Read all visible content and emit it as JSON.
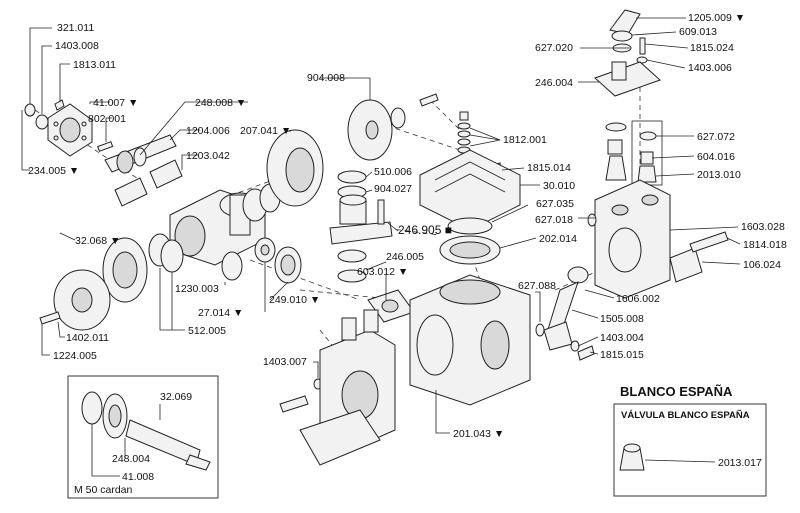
{
  "labels": {
    "p321_011": "321.011",
    "p1403_008": "1403.008",
    "p1813_011": "1813.011",
    "p41_007": "41.007 ▼",
    "p802_001": "802.001",
    "p248_008": "248.008 ▼",
    "p1204_006": "1204.006",
    "p207_041": "207.041 ▼",
    "p1203_042": "1203.042",
    "p234_005": "234.005 ▼",
    "p32_068": "32.068 ▼",
    "p1230_003": "1230.003",
    "p27_014": "27.014 ▼",
    "p249_010": "249.010 ▼",
    "p512_005": "512.005",
    "p1402_011": "1402.011",
    "p1224_005": "1224.005",
    "p904_008": "904.008",
    "p510_006": "510.006",
    "p904_027": "904.027",
    "p246_905": "246.905 ■",
    "p246_005": "246.005",
    "p603_012": "603.012 ▼",
    "p1812_001": "1812.001",
    "p1815_014": "1815.014",
    "p30_010": "30.010",
    "p627_035": "627.035",
    "p202_014": "202.014",
    "p627_018": "627.018",
    "p1205_009": "1205.009 ▼",
    "p609_013": "609.013",
    "p627_020": "627.020",
    "p1815_024": "1815.024",
    "p1403_006": "1403.006",
    "p246_004": "246.004",
    "p627_072": "627.072",
    "p604_016": "604.016",
    "p2013_010": "2013.010",
    "p1603_028": "1603.028",
    "p1814_018": "1814.018",
    "p106_024": "106.024",
    "p627_088": "627.088",
    "p1606_002": "1606.002",
    "p1505_008": "1505.008",
    "p1403_004": "1403.004",
    "p1815_015": "1815.015",
    "p1403_007": "1403.007",
    "p201_043": "201.043 ▼",
    "p32_069": "32.069",
    "p248_004": "248.004",
    "p41_008": "41.008",
    "m50_cardan": "M 50 cardan",
    "blanco_heading": "BLANCO ESPAÑA",
    "valvula_heading": "VÁLVULA BLANCO ESPAÑA",
    "p2013_017": "2013.017"
  }
}
